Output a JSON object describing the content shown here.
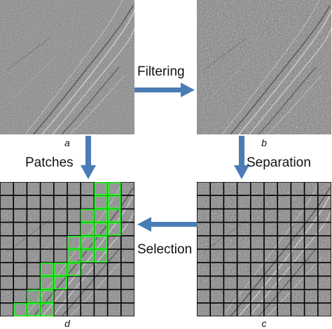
{
  "panels": {
    "a": {
      "label": "a"
    },
    "b": {
      "label": "b"
    },
    "c": {
      "label": "c"
    },
    "d": {
      "label": "d"
    }
  },
  "steps": {
    "filtering": "Filtering",
    "patches": "Patches",
    "separation": "Separation",
    "selection": "Selection"
  },
  "grid": {
    "rows": 10,
    "cols": 10
  },
  "selected_patches": [
    [
      0,
      7
    ],
    [
      0,
      8
    ],
    [
      1,
      7
    ],
    [
      1,
      8
    ],
    [
      2,
      6
    ],
    [
      2,
      7
    ],
    [
      2,
      8
    ],
    [
      3,
      6
    ],
    [
      3,
      7
    ],
    [
      3,
      8
    ],
    [
      4,
      5
    ],
    [
      4,
      6
    ],
    [
      4,
      7
    ],
    [
      5,
      5
    ],
    [
      5,
      6
    ],
    [
      5,
      7
    ],
    [
      6,
      3
    ],
    [
      6,
      4
    ],
    [
      6,
      5
    ],
    [
      7,
      3
    ],
    [
      7,
      4
    ],
    [
      8,
      2
    ],
    [
      8,
      3
    ],
    [
      9,
      1
    ],
    [
      9,
      2
    ],
    [
      9,
      3
    ]
  ],
  "colors": {
    "arrow": "#4a7db5",
    "grid_line": "#000000",
    "selection": "#22ff22",
    "noise_base": "#7a7a7a"
  }
}
